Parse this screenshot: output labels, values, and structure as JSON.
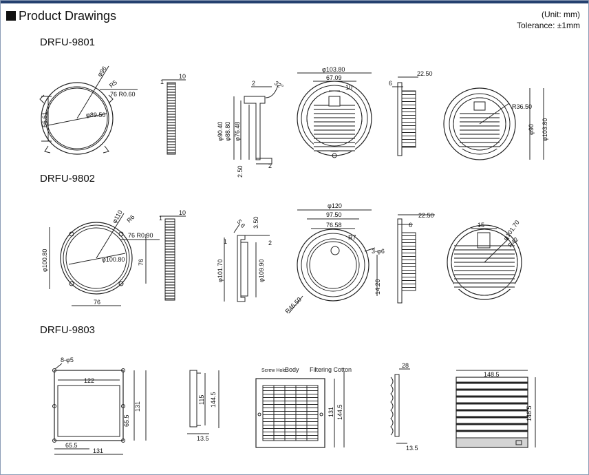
{
  "header": {
    "title": "Product Drawings",
    "unit": "(Unit: mm)",
    "tolerance": "Tolerance: ±1mm"
  },
  "models": [
    {
      "name": "DRFU-9801",
      "front": {
        "d1": "φ96",
        "d2": "R5",
        "d3": "76 R0.60",
        "d4": "66.61",
        "d5": "φ89.50"
      },
      "side": {
        "t1": "1",
        "t2": "10"
      },
      "section": {
        "a": "2",
        "b": "32°",
        "c": "φ90.40",
        "d": "φ88.80",
        "e": "φ76.48",
        "f": "2.50",
        "g": "2"
      },
      "louver": {
        "a": "φ103.80",
        "b": "67.09",
        "c": "10"
      },
      "profile": {
        "a": "22.50",
        "b": "6"
      },
      "rear": {
        "a": "R36.50",
        "b": "φ90",
        "c": "φ103.80"
      }
    },
    {
      "name": "DRFU-9802",
      "front": {
        "d1": "φ110",
        "d2": "R6",
        "d3": "76 R0.90",
        "d4": "φ100.80",
        "d5": "φ100.80",
        "d6": "76",
        "d7": "76"
      },
      "side": {
        "t1": "1",
        "t2": "10"
      },
      "section": {
        "a": "5.6",
        "b": "3.50",
        "c": "2",
        "d": "1",
        "e": "φ101.70",
        "f": "φ109.90"
      },
      "louver": {
        "a": "φ120",
        "b": "97.50",
        "c": "76.58",
        "d": "R7",
        "e": "3-φ6",
        "f": "14.20",
        "g": "R46.50"
      },
      "profile": {
        "a": "22.50",
        "b": "6"
      },
      "rear": {
        "a": "15",
        "b": "φ101.70",
        "c": "R42"
      }
    },
    {
      "name": "DRFU-9803",
      "front": {
        "a": "8-φ5",
        "b": "122",
        "c": "131",
        "d": "65.5",
        "e": "65.5",
        "f": "131"
      },
      "side": {
        "a": "115",
        "b": "144.5",
        "c": "13.5"
      },
      "body": {
        "a": "Screw Hole",
        "b": "Body",
        "c": "Filtering Cotton",
        "d": "131",
        "e": "144.5"
      },
      "profile": {
        "a": "28",
        "b": "13.5"
      },
      "rear": {
        "a": "148.5",
        "b": "148.5"
      }
    }
  ]
}
